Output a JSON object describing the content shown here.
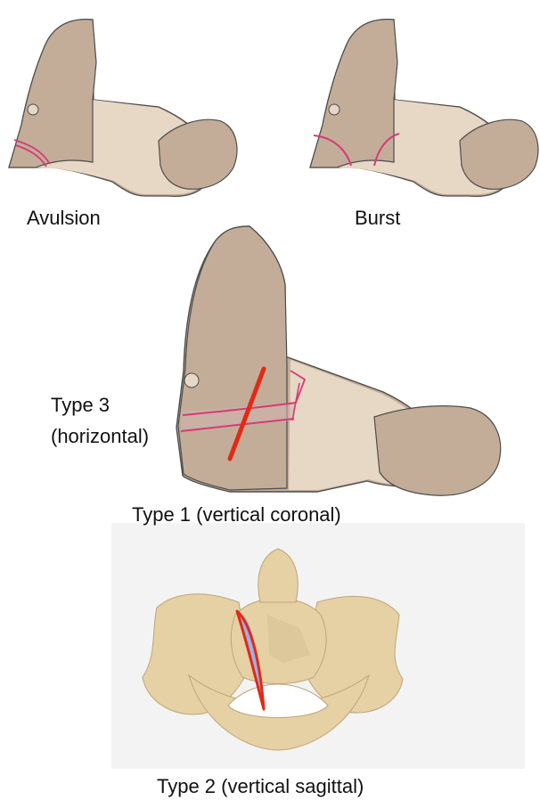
{
  "labels": {
    "avulsion": "Avulsion",
    "burst": "Burst",
    "type3": "Type 3",
    "type3_sub": "(horizontal)",
    "type1": "Type 1 (vertical coronal)",
    "type2": "Type 2 (vertical sagittal)"
  },
  "colors": {
    "bone_dark": "#c3ad98",
    "bone_light": "#e7d7c5",
    "outline": "#4d4d4d",
    "fracture_pink": "#d63b78",
    "fracture_red": "#e22a14",
    "fracture_blue": "#9ab0e8",
    "render_bone": "#e6d1a4",
    "render_bg": "#f3f3f3"
  }
}
